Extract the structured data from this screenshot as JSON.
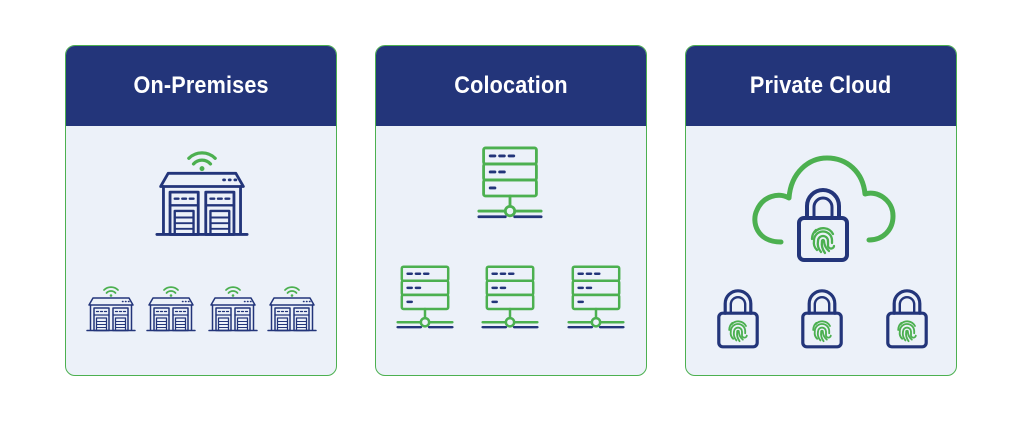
{
  "colors": {
    "navy": "#23357a",
    "green": "#4cb050",
    "card_bg": "#ecf1f9",
    "page_bg": "#ffffff"
  },
  "cards": [
    {
      "title": "On-Premises",
      "icons": {
        "top": "wifi-warehouse-icon",
        "bottom": [
          "wifi-warehouse-icon",
          "wifi-warehouse-icon",
          "wifi-warehouse-icon",
          "wifi-warehouse-icon"
        ]
      }
    },
    {
      "title": "Colocation",
      "icons": {
        "top": "server-rack-icon",
        "bottom": [
          "server-rack-icon",
          "server-rack-icon",
          "server-rack-icon"
        ]
      }
    },
    {
      "title": "Private Cloud",
      "icons": {
        "top": "cloud-fingerprint-lock-icon",
        "bottom": [
          "fingerprint-lock-icon",
          "fingerprint-lock-icon",
          "fingerprint-lock-icon"
        ]
      }
    }
  ]
}
